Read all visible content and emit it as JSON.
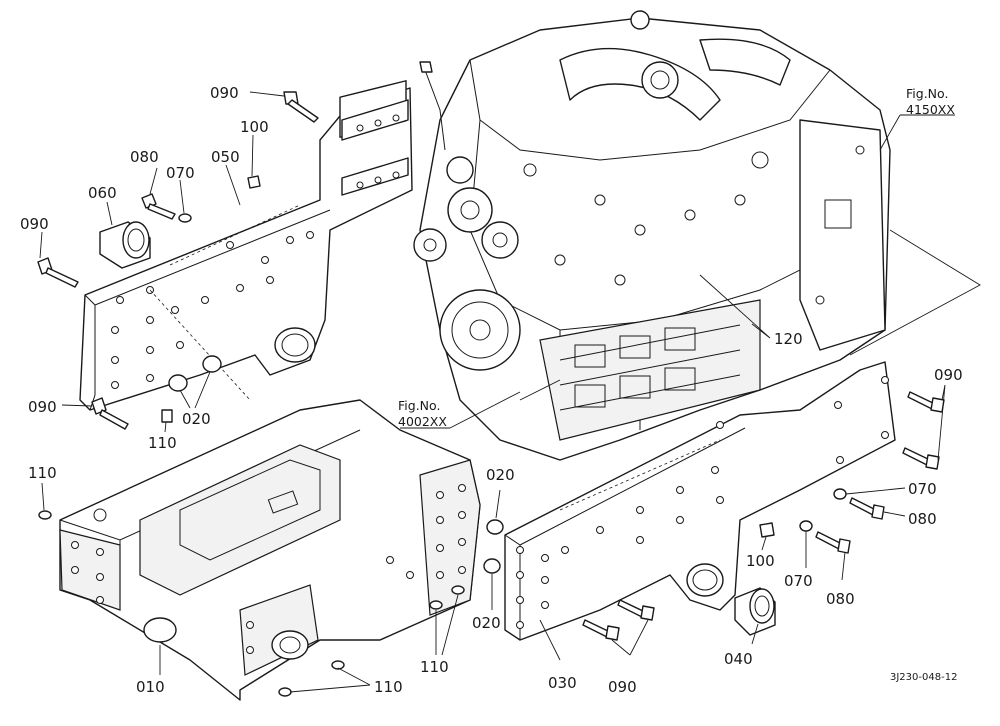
{
  "diagram": {
    "part_labels": {
      "p090_top": "090",
      "p100_top": "100",
      "p080_top": "080",
      "p070_top": "070",
      "p050": "050",
      "p060": "060",
      "p090_left": "090",
      "p090_lower_left": "090",
      "p020_left": "020",
      "p110_mid": "110",
      "p110_left": "110",
      "p020_center": "020",
      "p020_lower": "020",
      "p110_bottom_center": "110",
      "p010": "010",
      "p110_bottom": "110",
      "p120": "120",
      "p090_right": "090",
      "p070_right": "070",
      "p080_right": "080",
      "p100_right": "100",
      "p070_lower_right": "070",
      "p080_lower_right": "080",
      "p040": "040",
      "p030": "030",
      "p090_bottom": "090"
    },
    "fig_refs": {
      "fig_no_label": "Fig.No.",
      "engine_fig": "4150XX",
      "frame_fig": "4002XX"
    },
    "drawing_code": "3J230-048-12"
  }
}
